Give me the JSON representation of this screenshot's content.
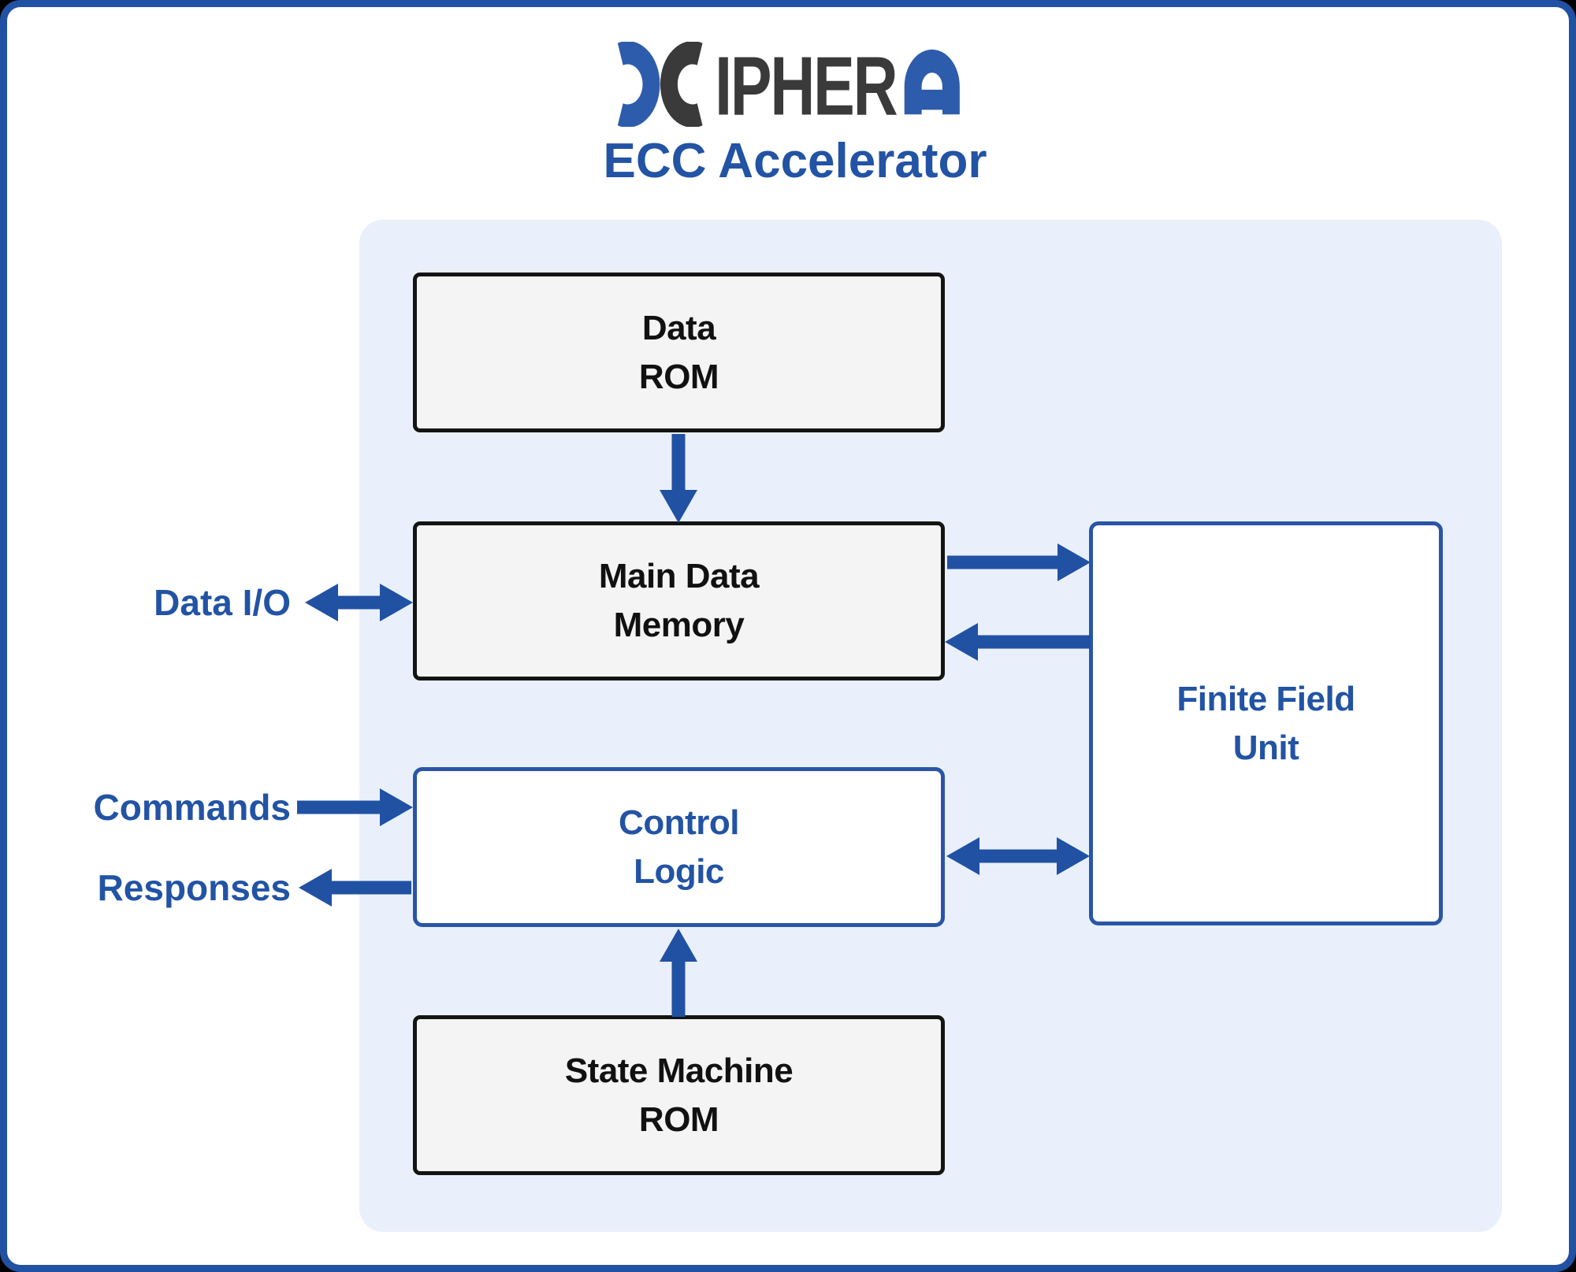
{
  "header": {
    "logo": {
      "brand_name": "XIPHERA",
      "letters_middle": "IPHER"
    },
    "title": "ECC Accelerator"
  },
  "panel": {
    "blocks": {
      "data_rom": {
        "line1": "Data",
        "line2": "ROM"
      },
      "main_data_memory": {
        "line1": "Main Data",
        "line2": "Memory"
      },
      "control_logic": {
        "line1": "Control",
        "line2": "Logic"
      },
      "state_machine_rom": {
        "line1": "State Machine",
        "line2": "ROM"
      },
      "finite_field_unit": {
        "line1": "Finite Field",
        "line2": "Unit"
      }
    }
  },
  "io_labels": {
    "data_io": "Data I/O",
    "commands": "Commands",
    "responses": "Responses"
  },
  "colors": {
    "accent_blue": "#2151a3",
    "text_blue": "#2253a4",
    "logo_blue": "#2e5cac",
    "logo_dark": "#3a3a3a",
    "panel_bg": "#e9f0fb",
    "gray_box_fill": "#f4f4f5",
    "black_border": "#141414",
    "blue_border": "#2a55a7"
  }
}
